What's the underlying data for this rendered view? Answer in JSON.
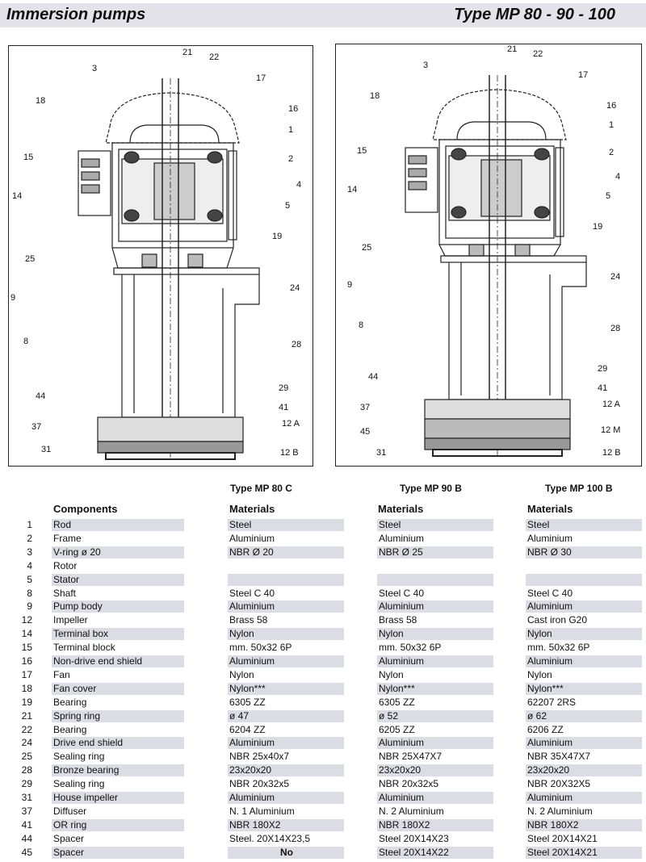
{
  "header": {
    "title": "Immersion pumps",
    "type_label": "Type  MP  80 - 90 - 100"
  },
  "drawing_left": {
    "labels": {
      "n3": "3",
      "n21": "21",
      "n22": "22",
      "n17": "17",
      "n18": "18",
      "n16": "16",
      "n1": "1",
      "n15": "15",
      "n2": "2",
      "n14": "14",
      "n4": "4",
      "n5": "5",
      "n19": "19",
      "n25": "25",
      "n24": "24",
      "n9": "9",
      "n8": "8",
      "n28": "28",
      "n29": "29",
      "n44": "44",
      "n41": "41",
      "n37": "37",
      "n12a": "12  A",
      "n31": "31",
      "n12b": "12  B"
    }
  },
  "drawing_right": {
    "labels": {
      "n3": "3",
      "n21": "21",
      "n22": "22",
      "n17": "17",
      "n18": "18",
      "n16": "16",
      "n1": "1",
      "n15": "15",
      "n2": "2",
      "n14": "14",
      "n4": "4",
      "n5": "5",
      "n19": "19",
      "n25": "25",
      "n24": "24",
      "n9": "9",
      "n8": "8",
      "n28": "28",
      "n29": "29",
      "n44": "44",
      "n41": "41",
      "n37": "37",
      "n12a": "12  A",
      "n45": "45",
      "n12m": "12  M",
      "n31": "31",
      "n12b": "12  B"
    }
  },
  "table": {
    "types": [
      "Type MP 80 C",
      "Type MP 90 B",
      "Type MP 100 B"
    ],
    "components_header": "Components",
    "materials_header": "Materials",
    "rows": [
      {
        "num": "1",
        "name": "Rod",
        "m80": "Steel",
        "m90": "Steel",
        "m100": "Steel"
      },
      {
        "num": "2",
        "name": "Frame",
        "m80": "Aluminium",
        "m90": "Aluminium",
        "m100": "Aluminium"
      },
      {
        "num": "3",
        "name": "V-ring  ø 20",
        "m80": "NBR  Ø 20",
        "m90": "NBR  Ø 25",
        "m100": "NBR  Ø 30"
      },
      {
        "num": "4",
        "name": "Rotor",
        "m80": "",
        "m90": "",
        "m100": ""
      },
      {
        "num": "5",
        "name": "Stator",
        "m80": "",
        "m90": "",
        "m100": ""
      },
      {
        "num": "8",
        "name": "Shaft",
        "m80": "Steel  C 40",
        "m90": "Steel  C 40",
        "m100": "Steel  C 40"
      },
      {
        "num": "9",
        "name": "Pump body",
        "m80": "Aluminium",
        "m90": "Aluminium",
        "m100": "Aluminium"
      },
      {
        "num": "12",
        "name": "Impeller",
        "m80": "Brass 58",
        "m90": "Brass 58",
        "m100": "Cast iron  G20"
      },
      {
        "num": "14",
        "name": "Terminal box",
        "m80": "Nylon",
        "m90": "Nylon",
        "m100": "Nylon"
      },
      {
        "num": "15",
        "name": "Terminal block",
        "m80": "mm. 50x32  6P",
        "m90": "mm. 50x32  6P",
        "m100": "mm. 50x32  6P"
      },
      {
        "num": "16",
        "name": "Non-drive end shield",
        "m80": "Aluminium",
        "m90": "Aluminium",
        "m100": "Aluminium"
      },
      {
        "num": "17",
        "name": "Fan",
        "m80": "Nylon",
        "m90": "Nylon",
        "m100": "Nylon"
      },
      {
        "num": "18",
        "name": "Fan cover",
        "m80": "Nylon***",
        "m90": "Nylon***",
        "m100": "Nylon***"
      },
      {
        "num": "19",
        "name": "Bearing",
        "m80": "6305 ZZ",
        "m90": "6305 ZZ",
        "m100": "62207 2RS"
      },
      {
        "num": "21",
        "name": "Spring ring",
        "m80": "ø 47",
        "m90": "ø 52",
        "m100": "ø 62"
      },
      {
        "num": "22",
        "name": "Bearing",
        "m80": "6204 ZZ",
        "m90": "6205 ZZ",
        "m100": "6206 ZZ"
      },
      {
        "num": "24",
        "name": "Drive end shield",
        "m80": "Aluminium",
        "m90": "Aluminium",
        "m100": "Aluminium"
      },
      {
        "num": "25",
        "name": "Sealing ring",
        "m80": "NBR 25x40x7",
        "m90": "NBR  25X47X7",
        "m100": "NBR  35X47X7"
      },
      {
        "num": "28",
        "name": " Bronze bearing",
        "m80": "23x20x20",
        "m90": "23x20x20",
        "m100": "23x20x20"
      },
      {
        "num": "29",
        "name": "Sealing ring",
        "m80": "NBR 20x32x5",
        "m90": "NBR 20x32x5",
        "m100": "NBR 20X32X5"
      },
      {
        "num": "31",
        "name": "House impeller",
        "m80": "Aluminium",
        "m90": "Aluminium",
        "m100": "Aluminium"
      },
      {
        "num": "37",
        "name": "Diffuser",
        "m80": "N. 1  Aluminium",
        "m90": "N. 2  Aluminium",
        "m100": "N. 2  Aluminium"
      },
      {
        "num": "41",
        "name": "OR ring",
        "m80": "NBR  180X2",
        "m90": "NBR  180X2",
        "m100": "NBR  180X2"
      },
      {
        "num": "44",
        "name": "Spacer",
        "m80": "Steel. 20X14X23,5",
        "m90": "Steel 20X14X23",
        "m100": "Steel 20X14X21"
      },
      {
        "num": "45",
        "name": "Spacer",
        "m80": "No",
        "m90": "Steel 20X14X22",
        "m100": "Steel 20X14X21"
      }
    ]
  }
}
